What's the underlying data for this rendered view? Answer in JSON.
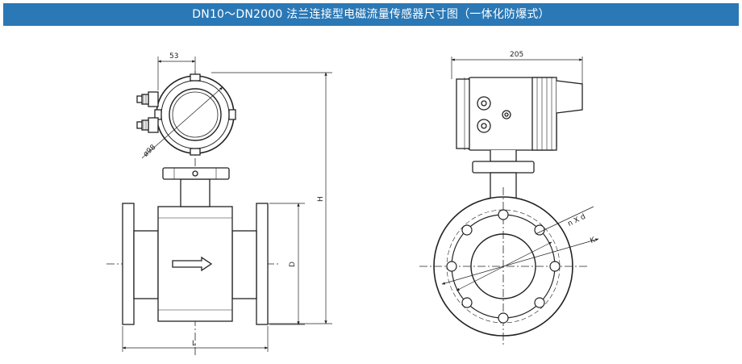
{
  "header": {
    "title": "DN10～DN2000 法兰连接型电磁流量传感器尺寸图（一体化防爆式）"
  },
  "dimensions": {
    "converter_offset": "53",
    "head_diameter": "ø98",
    "overall_height": "H",
    "pipe_diameter": "D",
    "length": "L",
    "depth": "205",
    "bolt_holes": "n X d",
    "bolt_circle": "K"
  }
}
